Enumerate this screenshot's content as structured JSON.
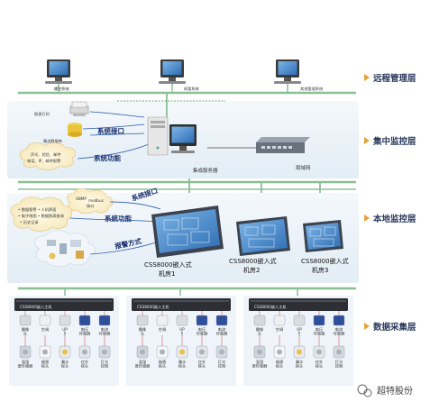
{
  "layers": {
    "remote": "远程管理层",
    "central": "集中监控层",
    "local": "本地监控层",
    "acquisition": "数据采集层"
  },
  "top_systems": [
    "螺控系统",
    "网管系统",
    "其他管理系统"
  ],
  "central": {
    "printer_label": "报表打印",
    "db_label": "集成数据库",
    "cloud_text": [
      "声光、短信、邮件",
      "电话、IP、邮件报警"
    ],
    "interface_label": "系统接口",
    "function_label": "系统功能",
    "server_label": "集成服务器",
    "lan_label": "局域网"
  },
  "local": {
    "cloud1_text": [
      "SNMP",
      "modbus",
      "接口"
    ],
    "cloud2_text": [
      "• 数据报警 • 人机界面",
      "• 电子地图 • 数据报表查询",
      "• 历史记录"
    ],
    "interface_label": "系统接口",
    "function_label": "系统功能",
    "alarm_label": "报警方式",
    "machines": [
      {
        "line1": "CSS8000嵌入式",
        "line2": "机房1"
      },
      {
        "line1": "CSS8000嵌入式",
        "line2": "机房2"
      },
      {
        "line1": "CSS8000嵌入式",
        "line2": "机房3"
      }
    ]
  },
  "acquisition": {
    "host_label": "CSS8000嵌入主机",
    "row1": [
      "摄像头",
      "空调",
      "UPS",
      "电压传感器",
      "电流传感器"
    ],
    "row2": [
      "温湿度传感器",
      "烟感探头",
      "漏水探头",
      "红外探头",
      "灯光控制"
    ]
  },
  "watermark": "超特股份",
  "colors": {
    "layer_text": "#2a3a5c",
    "arrow": "#e8a23a",
    "bus_line": "#9fd0a8",
    "panel_bg": "#eaf2f8",
    "callout_text": "#1a2f6e"
  }
}
